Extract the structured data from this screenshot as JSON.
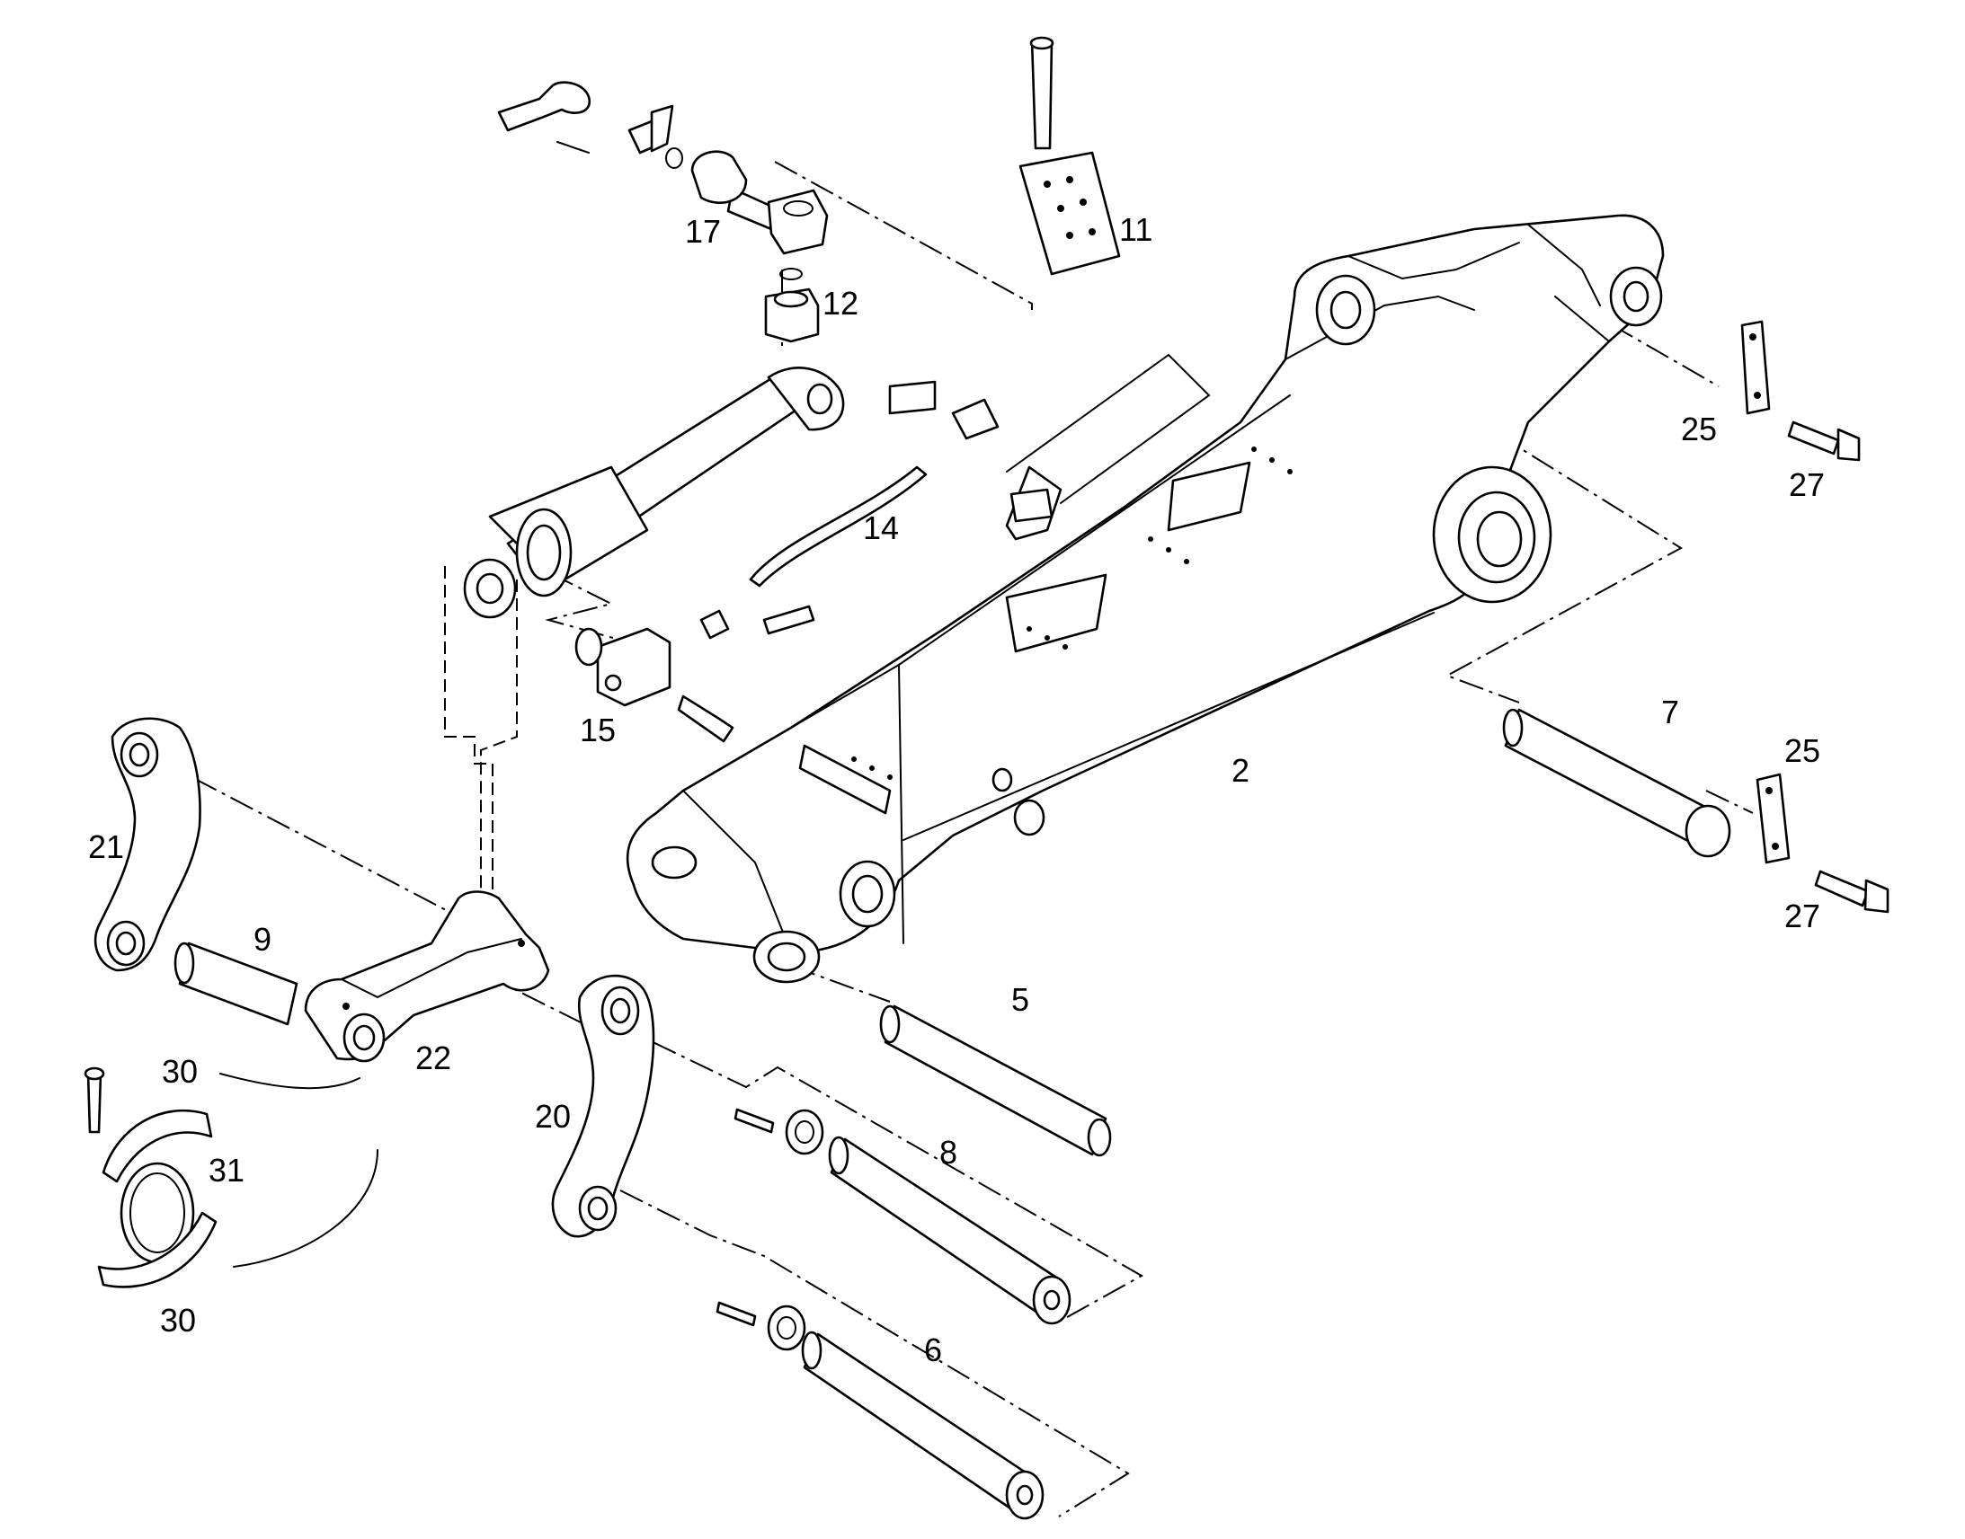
{
  "labels": {
    "l2": "2",
    "l5": "5",
    "l6": "6",
    "l7": "7",
    "l8": "8",
    "l9": "9",
    "l11": "11",
    "l12": "12",
    "l14": "14",
    "l15": "15",
    "l17": "17",
    "l20": "20",
    "l21": "21",
    "l22": "22",
    "l25a": "25",
    "l25b": "25",
    "l27a": "27",
    "l27b": "27",
    "l30a": "30",
    "l30b": "30",
    "l31": "31"
  },
  "colors": {
    "line": "#000000",
    "background": "#ffffff"
  }
}
